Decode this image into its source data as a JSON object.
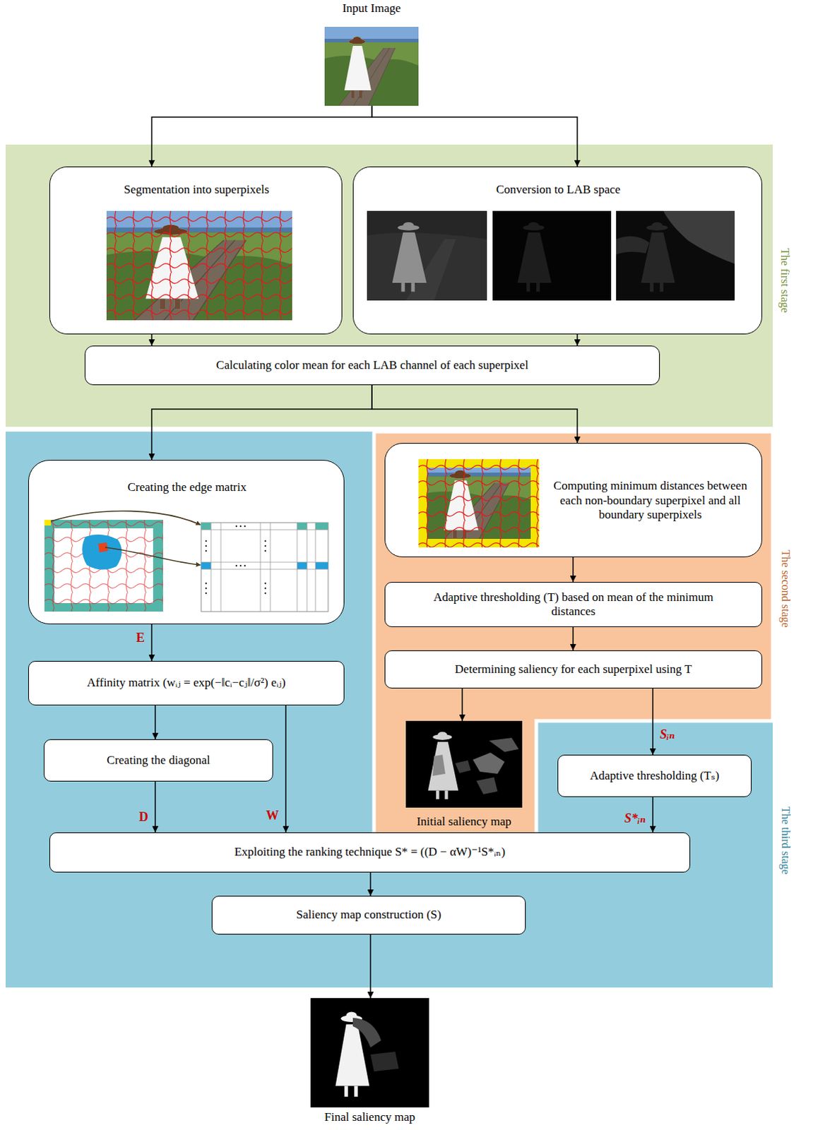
{
  "diagram": {
    "nodes": [
      {
        "text": [
          "Input Image"
        ]
      },
      {
        "text": [
          "The first stage"
        ]
      },
      {
        "text": [
          "Segmentation into superpixels"
        ],
        "in": 1
      },
      {
        "text": [
          "Conversion to LAB space"
        ],
        "in": 1
      },
      {
        "text": [
          "Calculating color mean for each LAB channel of each superpixel"
        ],
        "in": 1
      },
      {
        "text": [
          "The second stage"
        ]
      },
      {
        "text": [
          "Computing minimum distances between each non-boundary superpixel and all boundary superpixels"
        ],
        "in": 5
      },
      {
        "text": [
          "Adaptive thresholding (T) based on mean of the minimum distances"
        ],
        "in": 5
      },
      {
        "text": [
          "Determining saliency for each superpixel using T"
        ],
        "in": 5
      },
      {
        "text": [
          "Initial saliency map"
        ],
        "in": 5
      },
      {
        "text": [
          "The third stage"
        ]
      },
      {
        "text": [
          "Creating the edge matrix"
        ],
        "in": 10
      },
      {
        "text": [
          "Affinity matrix (wᵢⱼ = exp(−‖cᵢ−cⱼ‖/σ²) eᵢⱼ)"
        ],
        "in": 10
      },
      {
        "text": [
          "Creating the diagonal"
        ],
        "in": 10
      },
      {
        "text": [
          "Adaptive thresholding (Tₛ)"
        ],
        "in": 10
      },
      {
        "text": [
          "Exploiting the ranking technique S* = ((D − αW)⁻¹S*ᵢₙ)"
        ],
        "in": 10
      },
      {
        "text": [
          "Saliency map construction (S)"
        ],
        "in": 10
      },
      {
        "text": [
          "Final saliency map"
        ]
      }
    ],
    "edges": [
      {
        "from": 0,
        "to": 2,
        "arrow": "to"
      },
      {
        "from": 0,
        "to": 3,
        "arrow": "to"
      },
      {
        "from": 2,
        "to": 4,
        "arrow": "to"
      },
      {
        "from": 3,
        "to": 4,
        "arrow": "to"
      },
      {
        "from": 4,
        "to": 11,
        "arrow": "to"
      },
      {
        "from": 4,
        "to": 6,
        "arrow": "to"
      },
      {
        "from": 6,
        "to": 7,
        "arrow": "to"
      },
      {
        "from": 7,
        "to": 8,
        "arrow": "to"
      },
      {
        "from": 8,
        "to": 9,
        "arrow": "to"
      },
      {
        "from": 8,
        "to": 14,
        "label": "Sᵢₙ",
        "arrow": "to"
      },
      {
        "from": 11,
        "to": 12,
        "label": "E",
        "arrow": "to"
      },
      {
        "from": 12,
        "to": 13,
        "arrow": "to"
      },
      {
        "from": 12,
        "to": 15,
        "label": "W",
        "arrow": "to"
      },
      {
        "from": 13,
        "to": 15,
        "label": "D",
        "arrow": "to"
      },
      {
        "from": 14,
        "to": 15,
        "label": "S*ᵢₙ",
        "arrow": "to"
      },
      {
        "from": 15,
        "to": 16,
        "arrow": "to"
      },
      {
        "from": 16,
        "to": 17,
        "arrow": "to"
      }
    ]
  }
}
